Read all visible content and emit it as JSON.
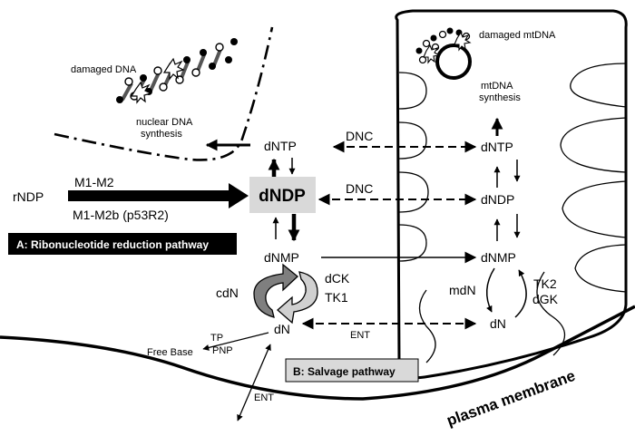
{
  "nucleus": {
    "damaged_dna": "damaged DNA",
    "nuclear_dna_1": "nuclear DNA",
    "nuclear_dna_2": "synthesis"
  },
  "mito": {
    "damaged_mtdna": "damaged mtDNA",
    "mtdna_1": "mtDNA",
    "mtdna_2": "synthesis",
    "dntp": "dNTP",
    "dndp": "dNDP",
    "dnmp": "dNMP",
    "dn": "dN",
    "mdn": "mdN",
    "tk2": "TK2",
    "dgk": "dGK"
  },
  "cyto": {
    "rndp": "rNDP",
    "m1m2": "M1-M2",
    "m1m2b": "M1-M2b (p53R2)",
    "dntp": "dNTP",
    "dndp": "dNDP",
    "dnmp": "dNMP",
    "dn": "dN",
    "cdn": "cdN",
    "dck": "dCK",
    "tk1": "TK1",
    "tp": "TP",
    "pnp": "PNP",
    "free_base": "Free Base"
  },
  "transport": {
    "dnc_top": "DNC",
    "dnc_mid": "DNC",
    "ent_mid": "ENT",
    "ent_bottom": "ENT"
  },
  "boxes": {
    "reduction": "A: Ribonucleotide  reduction pathway",
    "salvage": "B: Salvage  pathway"
  },
  "membrane": "plasma membrane",
  "colors": {
    "black": "#000000",
    "box_gray": "#d9d9d9",
    "arrow_dark": "#7f7f7f",
    "arrow_light": "#d0d0d0"
  }
}
